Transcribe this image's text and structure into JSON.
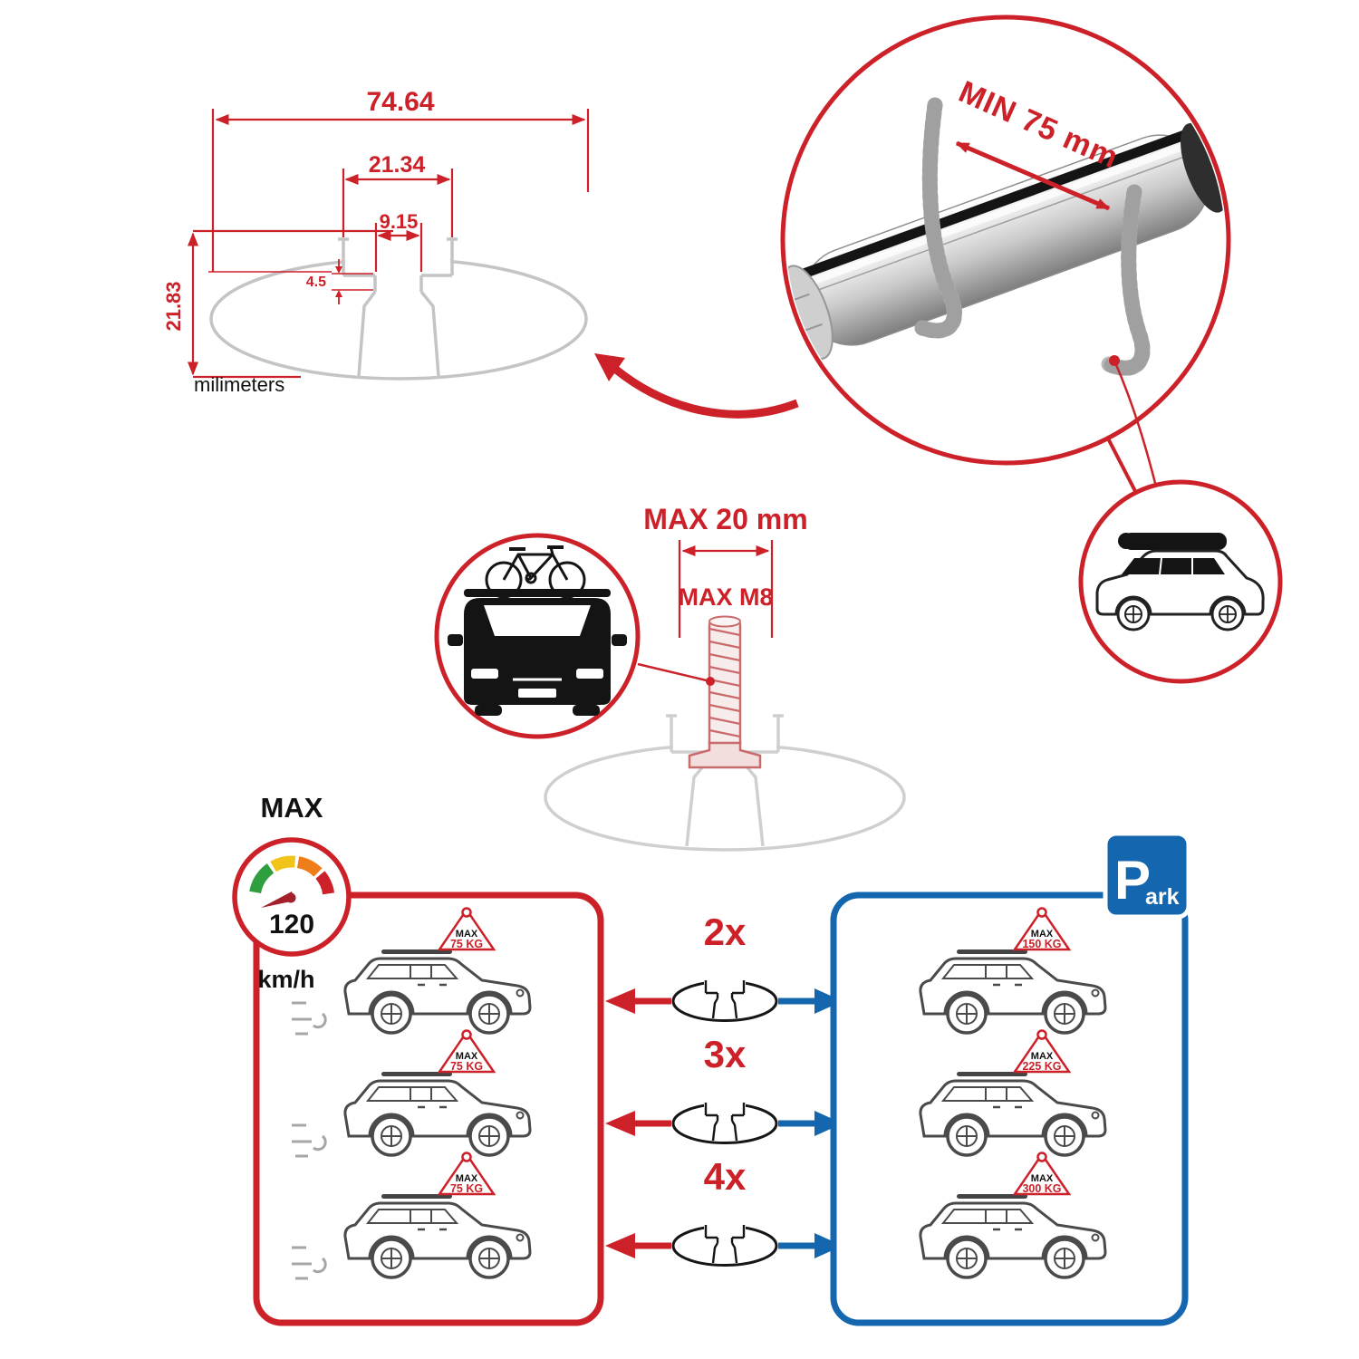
{
  "colors": {
    "red": "#cc2129",
    "blue": "#1467ae",
    "profile_gray": "#c4c4c4"
  },
  "profile_drawing": {
    "width": "74.64",
    "channel_width": "21.34",
    "slot_width": "9.15",
    "lip_depth": "4.5",
    "height": "21.83",
    "units_label": "milimeters"
  },
  "bar_detail": {
    "min_span_label": "MIN 75 mm"
  },
  "bolt": {
    "max_length_label": "MAX 20 mm",
    "max_thread_label": "MAX M8"
  },
  "speed_limit": {
    "title": "MAX",
    "value": "120",
    "unit": "km/h"
  },
  "driving_zone": {
    "cars": [
      {
        "flag_label": "MAX",
        "flag_weight": "75 KG"
      },
      {
        "flag_label": "MAX",
        "flag_weight": "75 KG"
      },
      {
        "flag_label": "MAX",
        "flag_weight": "75 KG"
      }
    ]
  },
  "bar_counts": [
    {
      "label": "2x"
    },
    {
      "label": "3x"
    },
    {
      "label": "4x"
    }
  ],
  "parking_zone": {
    "sign_letter": "P",
    "sign_suffix": "ark",
    "cars": [
      {
        "flag_label": "MAX",
        "flag_weight": "150 KG"
      },
      {
        "flag_label": "MAX",
        "flag_weight": "225 KG"
      },
      {
        "flag_label": "MAX",
        "flag_weight": "300 KG"
      }
    ]
  }
}
